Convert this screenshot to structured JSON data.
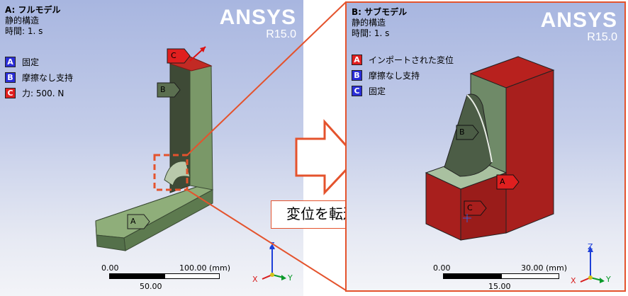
{
  "full_model": {
    "title": "A: フルモデル",
    "analysis": "静的構造",
    "time": "時間: 1. s",
    "legend": [
      {
        "key": "A",
        "label": "固定",
        "color": "#2b2ed8"
      },
      {
        "key": "B",
        "label": "摩擦なし支持",
        "color": "#2b2ed8"
      },
      {
        "key": "C",
        "label": "力: 500. N",
        "color": "#e01f1f"
      }
    ],
    "tags": {
      "a": "A",
      "b": "B",
      "c": "C"
    },
    "scale": {
      "left": "0.00",
      "right": "100.00 (mm)",
      "mid": "50.00"
    }
  },
  "sub_model": {
    "title": "B: サブモデル",
    "analysis": "静的構造",
    "time": "時間: 1. s",
    "legend": [
      {
        "key": "A",
        "label": "インポートされた変位",
        "color": "#e01f1f"
      },
      {
        "key": "B",
        "label": "摩擦なし支持",
        "color": "#2b2ed8"
      },
      {
        "key": "C",
        "label": "固定",
        "color": "#2b2ed8"
      }
    ],
    "tags": {
      "a": "A",
      "b": "B",
      "c": "C"
    },
    "scale": {
      "left": "0.00",
      "right": "30.00 (mm)",
      "mid": "15.00"
    }
  },
  "brand": {
    "name": "ANSYS",
    "version": "R15.0"
  },
  "axes": {
    "x": "X",
    "y": "Y",
    "z": "Z"
  },
  "transfer_label": "変位を転送",
  "colors": {
    "accent": "#e4532d",
    "model_green": "#6b8a5c",
    "model_red": "#b7201f"
  }
}
